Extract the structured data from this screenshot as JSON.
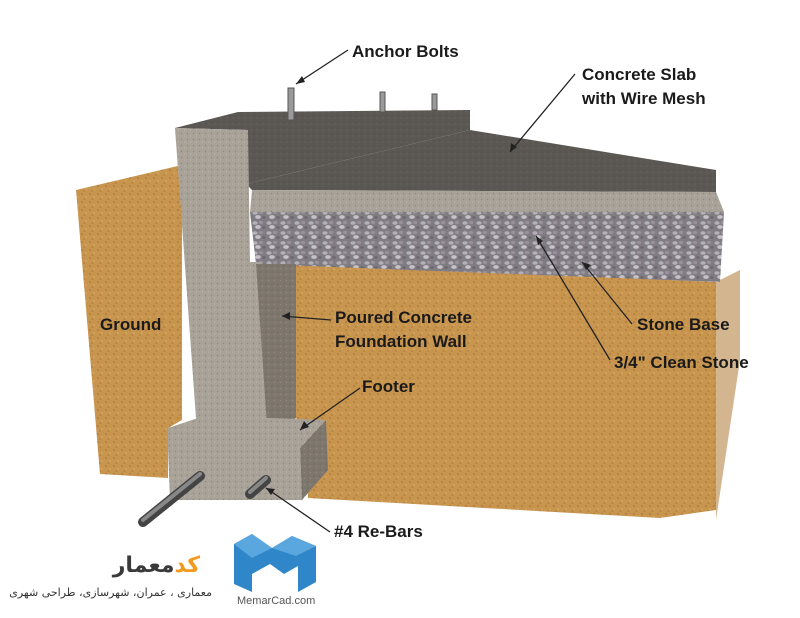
{
  "labels": {
    "anchor_bolts": "Anchor Bolts",
    "concrete_slab_line1": "Concrete Slab",
    "concrete_slab_line2": "with Wire Mesh",
    "ground": "Ground",
    "poured_wall_line1": "Poured Concrete",
    "poured_wall_line2": "Foundation Wall",
    "footer": "Footer",
    "stone_base": "Stone Base",
    "clean_stone": "3/4\" Clean Stone",
    "rebars": "#4 Re-Bars"
  },
  "watermark": {
    "brand_dark": "معمار",
    "brand_accent": "کد",
    "tagline": "معماری ، عمران، شهرسازی، طراحی شهری",
    "url": "MemarCad.com"
  },
  "colors": {
    "soil": "#c9954e",
    "concrete": "#a7a096",
    "slab_top": "#5a5753",
    "gravel": "#8d8a90",
    "logo_blue": "#2f86c9",
    "accent_orange": "#f39a1e"
  }
}
